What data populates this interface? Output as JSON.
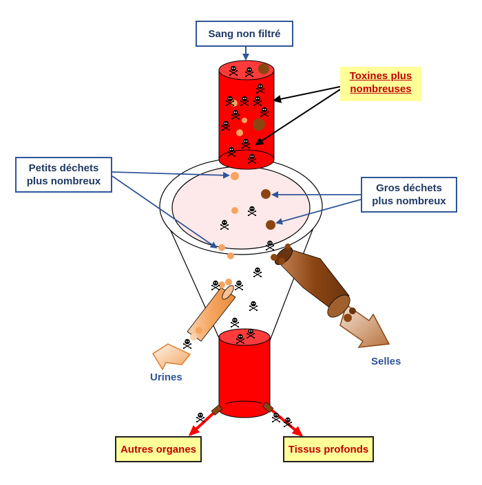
{
  "labels": {
    "sang_non_filtre": "Sang non filtré",
    "toxines_line1": "Toxines plus",
    "toxines_line2": "nombreuses",
    "petits_line1": "Petits déchets",
    "petits_line2": "plus nombreux",
    "gros_line1": "Gros déchets",
    "gros_line2": "plus nombreux",
    "urines": "Urines",
    "selles": "Selles",
    "autres_organes": "Autres organes",
    "tissus_profonds": "Tissus profonds"
  },
  "colors": {
    "blood_red": "#ff0000",
    "box_border_blue": "#2f5597",
    "box_text_blue": "#1f3864",
    "highlight_yellow": "#ffff99",
    "warning_red": "#c00000",
    "filter_pink": "#fde9e9",
    "urine_orange": "#f4a460",
    "stool_brown": "#8b4513"
  },
  "icons": {
    "toxin": "skull-crossbones-icon",
    "small_waste": "orange-dot-icon",
    "large_waste": "brown-dot-icon"
  }
}
